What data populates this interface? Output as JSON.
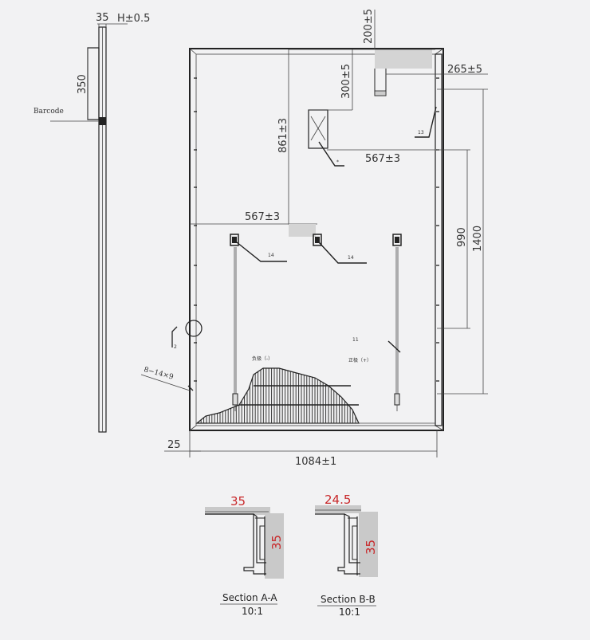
{
  "side_view": {
    "frame_width": "35",
    "height_tol": "H±0.5",
    "barcode_length": "350",
    "barcode_label": "Barcode"
  },
  "front_view": {
    "cable_top": "200±5",
    "box_offset": "300±5",
    "right_offset": "265±5",
    "vertical_861": "861±3",
    "box_567": "567±3",
    "center_567": "567±3",
    "mount_990": "990",
    "mount_1400": "1400",
    "total_width": "1084±1",
    "bottom_25": "25",
    "holes": "8−14×9",
    "label_13": "13",
    "label_14a": "14",
    "label_14b": "14",
    "label_11": "11",
    "label_2": "2",
    "label_star": "*",
    "neg_pole": "负极（-）",
    "pos_pole": "正极（+）"
  },
  "sections": [
    {
      "width": "35",
      "height": "35",
      "caption": "Section A-A",
      "scale": "10:1"
    },
    {
      "width": "24.5",
      "height": "35",
      "caption": "Section B-B",
      "scale": "10:1"
    }
  ],
  "colors": {
    "line": "#222222",
    "dim_red": "#c8282a",
    "fill_gray": "#c9c9c9",
    "background": "#f2f2f3"
  }
}
